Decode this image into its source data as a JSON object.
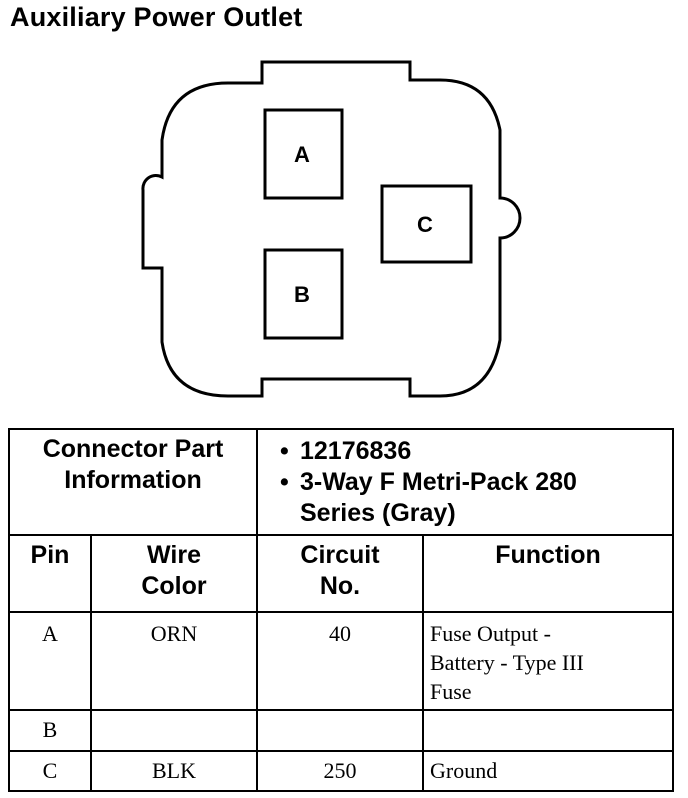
{
  "title": "Auxiliary Power Outlet",
  "pins_diagram": {
    "a": "A",
    "b": "B",
    "c": "C"
  },
  "info": {
    "label_line1": "Connector Part",
    "label_line2": "Information",
    "part_number": "12176836",
    "description_line1": "3-Way F Metri-Pack 280",
    "description_line2": "Series (Gray)"
  },
  "columns": {
    "pin": "Pin",
    "wire_line1": "Wire",
    "wire_line2": "Color",
    "circuit_line1": "Circuit",
    "circuit_line2": "No.",
    "function": "Function"
  },
  "rows": [
    {
      "pin": "A",
      "wire": "ORN",
      "circuit": "40",
      "function_lines": [
        "Fuse Output -",
        "Battery - Type III",
        "Fuse"
      ]
    },
    {
      "pin": "B",
      "wire": "",
      "circuit": "",
      "function_lines": [
        "",
        "",
        ""
      ]
    },
    {
      "pin": "C",
      "wire": "BLK",
      "circuit": "250",
      "function_lines": [
        "Ground",
        "",
        ""
      ]
    }
  ]
}
